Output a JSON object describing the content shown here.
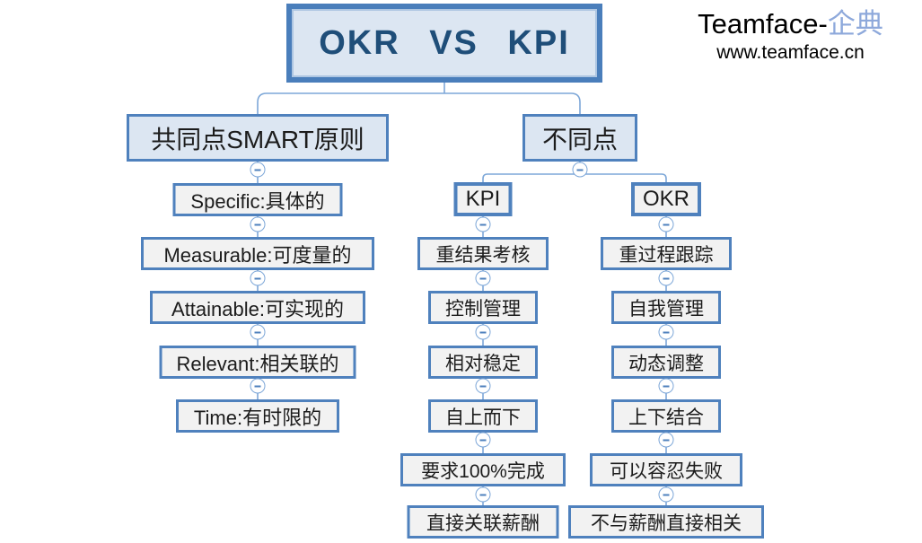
{
  "title": {
    "label": "OKR VS KPI"
  },
  "logo": {
    "brand": "Teamface-",
    "brand_accent": "企典",
    "url": "www.teamface.cn"
  },
  "colors": {
    "node_border": "#4f81bd",
    "title_border": "#4a7ebb",
    "header_fill": "#dce6f2",
    "item_fill": "#f2f2f2",
    "title_text": "#1f4e79",
    "connector": "#7da7d8",
    "logo_accent": "#8ea9db"
  },
  "icons": {
    "collapse": "minus-circle-icon"
  },
  "tree": {
    "common": {
      "header": "共同点SMART原则",
      "items": [
        "Specific:具体的",
        "Measurable:可度量的",
        "Attainable:可实现的",
        "Relevant:相关联的",
        "Time:有时限的"
      ]
    },
    "different": {
      "header": "不同点",
      "kpi": {
        "header": "KPI",
        "items": [
          "重结果考核",
          "控制管理",
          "相对稳定",
          "自上而下",
          "要求100%完成",
          "直接关联薪酬"
        ]
      },
      "okr": {
        "header": "OKR",
        "items": [
          "重过程跟踪",
          "自我管理",
          "动态调整",
          "上下结合",
          "可以容忍失败",
          "不与薪酬直接相关"
        ]
      }
    }
  }
}
